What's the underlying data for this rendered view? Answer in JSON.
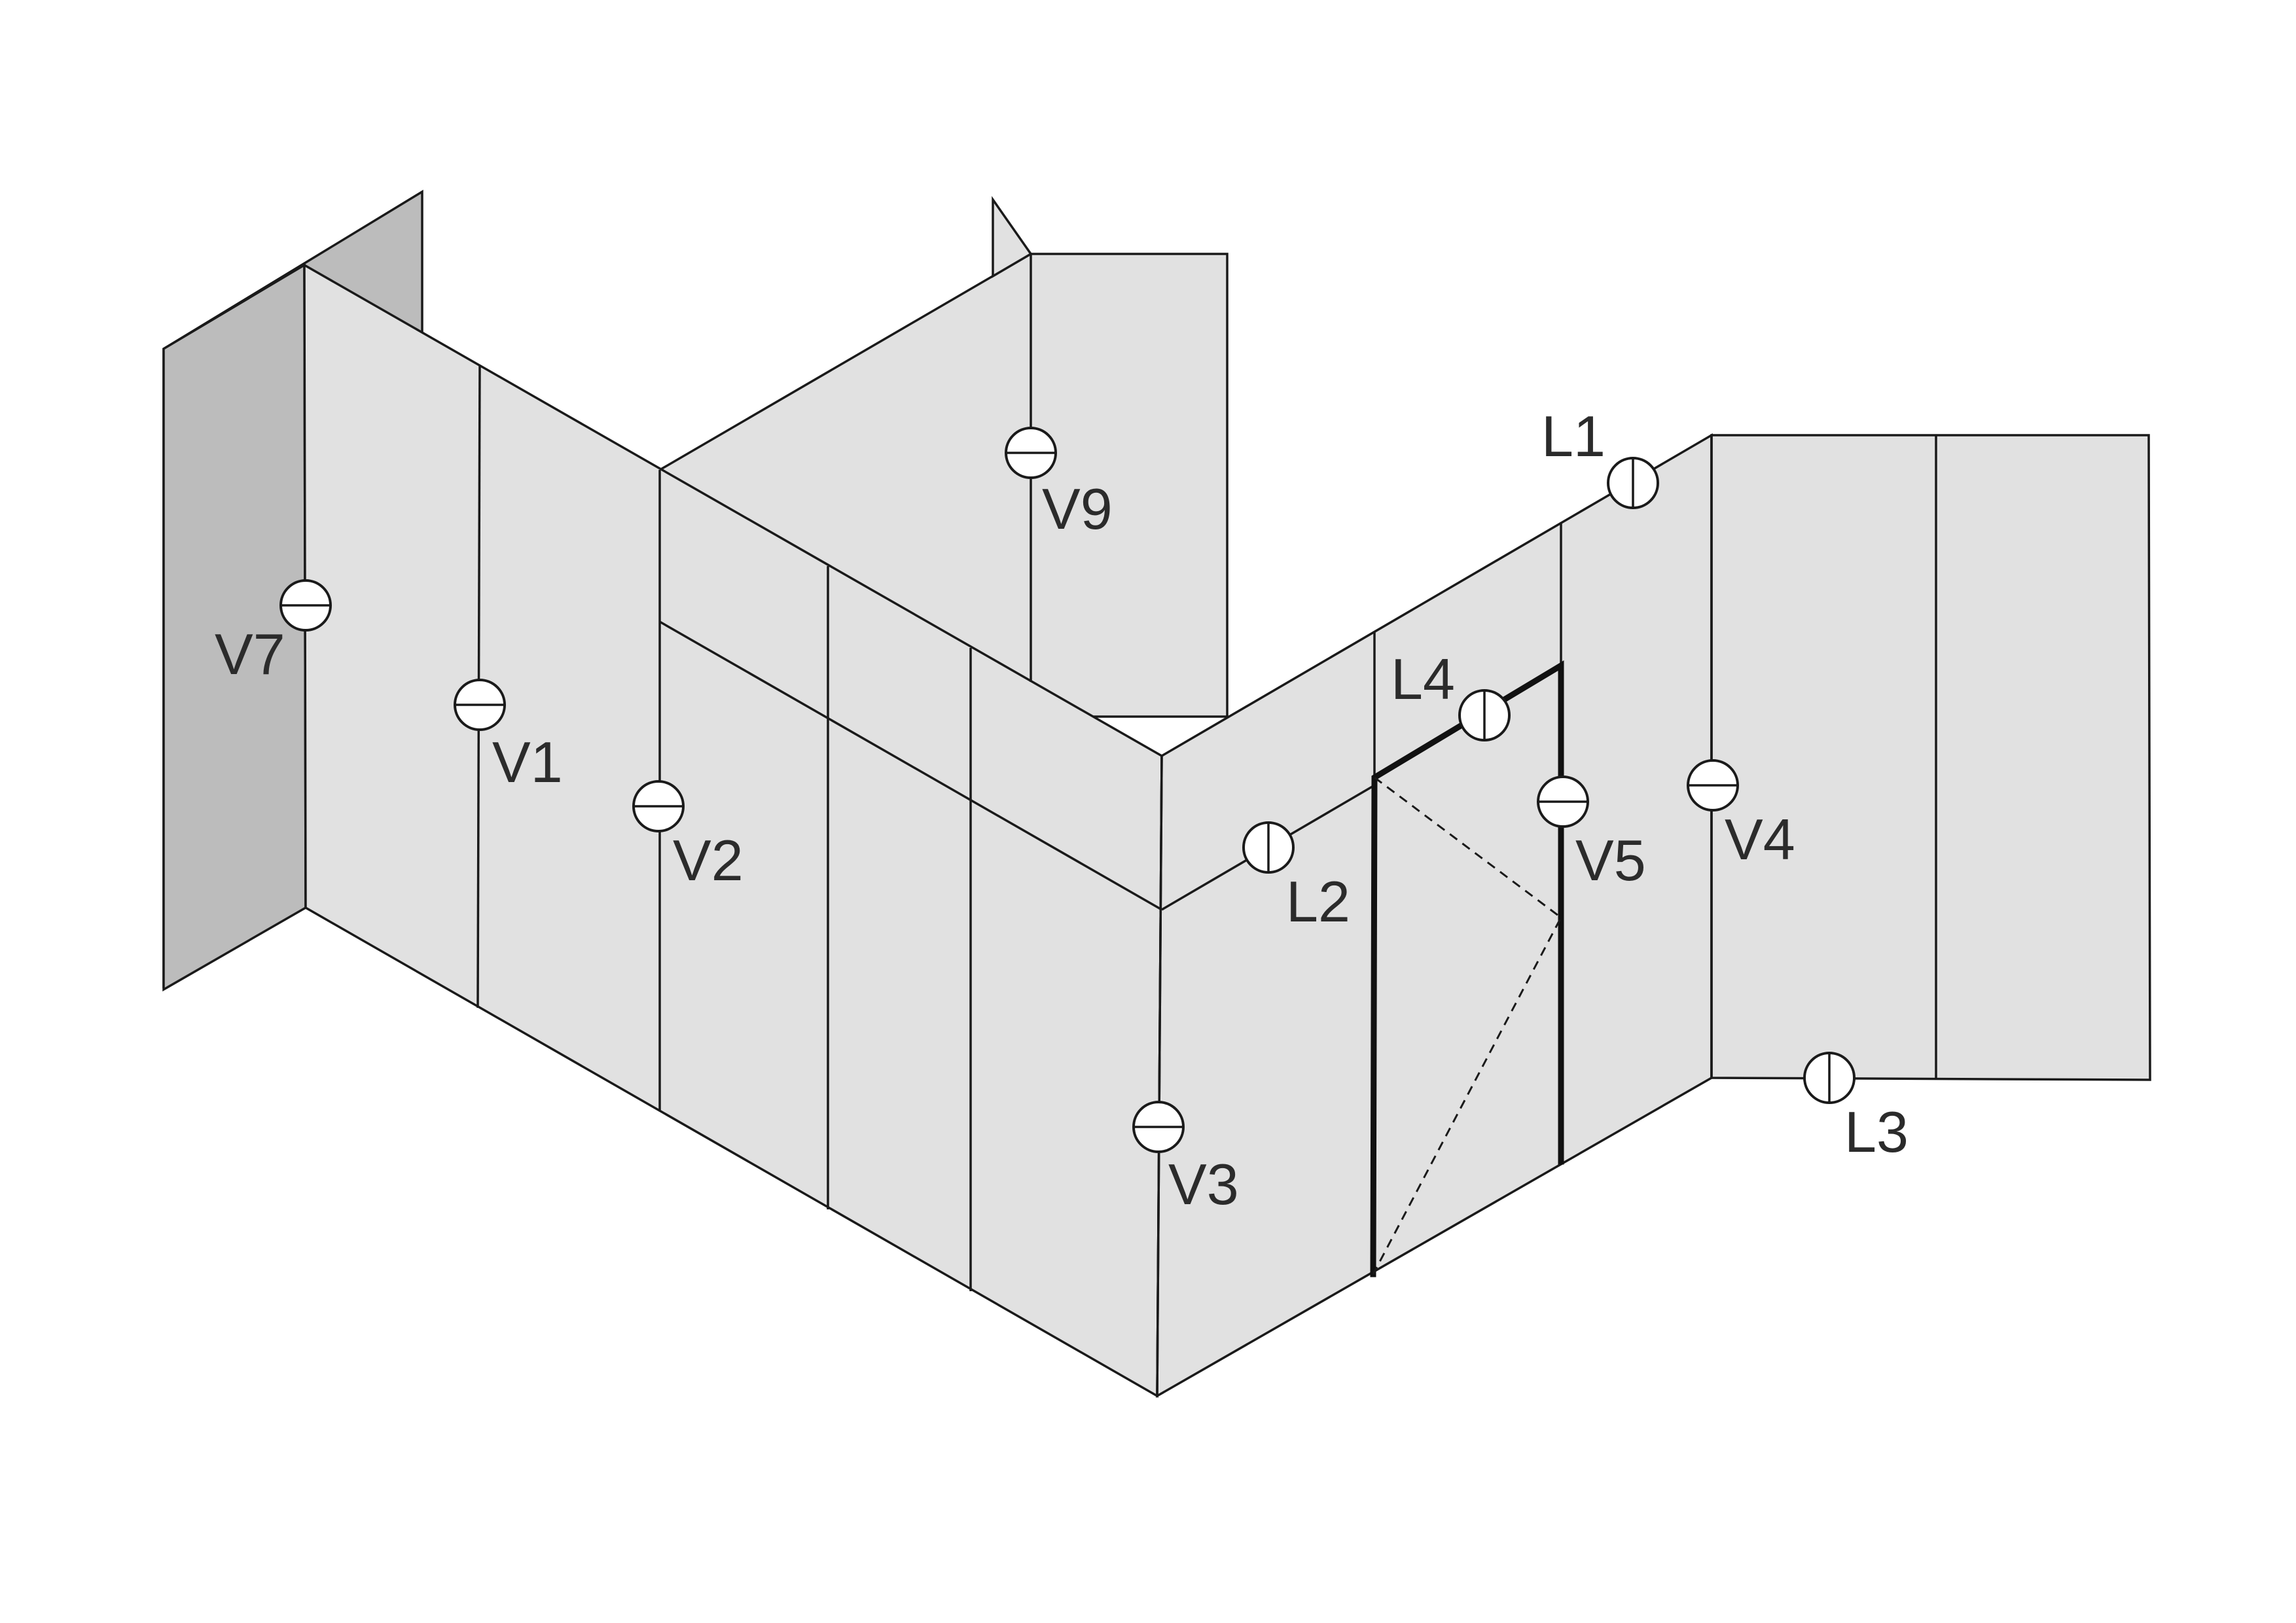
{
  "markers": [
    {
      "id": "V7",
      "label": "V7",
      "orientation": "vertical-joint"
    },
    {
      "id": "V1",
      "label": "V1",
      "orientation": "vertical-joint"
    },
    {
      "id": "V2",
      "label": "V2",
      "orientation": "vertical-joint"
    },
    {
      "id": "V9",
      "label": "V9",
      "orientation": "vertical-joint"
    },
    {
      "id": "V3",
      "label": "V3",
      "orientation": "vertical-joint"
    },
    {
      "id": "V5",
      "label": "V5",
      "orientation": "vertical-joint"
    },
    {
      "id": "V4",
      "label": "V4",
      "orientation": "vertical-joint"
    },
    {
      "id": "L1",
      "label": "L1",
      "orientation": "horizontal-joint"
    },
    {
      "id": "L2",
      "label": "L2",
      "orientation": "horizontal-joint"
    },
    {
      "id": "L3",
      "label": "L3",
      "orientation": "horizontal-joint"
    },
    {
      "id": "L4",
      "label": "L4",
      "orientation": "horizontal-joint"
    }
  ],
  "colors": {
    "panel_fill": "#e1e1e1",
    "panel_dark_fill": "#bcbcbc",
    "outline": "#1a1a1a",
    "marker_fill": "#ffffff",
    "label_text": "#2b2b2b"
  }
}
